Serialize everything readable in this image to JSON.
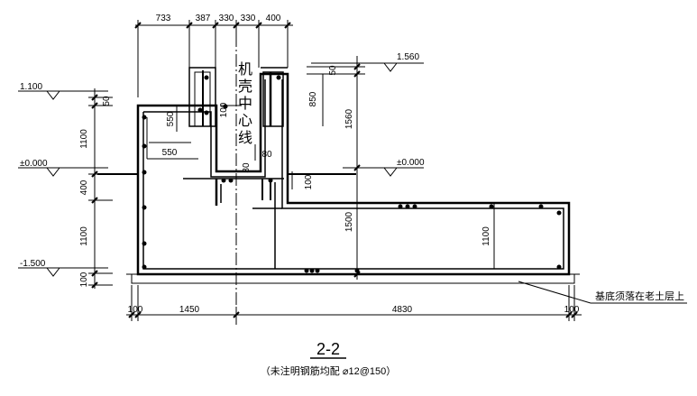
{
  "top_dims": [
    "733",
    "387",
    "330",
    "330",
    "400"
  ],
  "levels": {
    "left_high": "1.100",
    "left_zero": "±0.000",
    "left_low": "-1.500",
    "right_high": "1.560",
    "right_zero": "±0.000"
  },
  "left_dims": [
    "50",
    "1100",
    "400",
    "1100",
    "100"
  ],
  "right_dims": [
    "50",
    "1560",
    "1500"
  ],
  "inner_dims": {
    "pit_depth": "550",
    "pit_width": "550",
    "wall_a": "100",
    "right_850": "850",
    "right_80": "80",
    "d30": "30",
    "d100": "100",
    "floor_1100": "1100"
  },
  "bottom_dims": [
    "100",
    "1450",
    "4830",
    "100"
  ],
  "center_label": [
    "机",
    "壳",
    "中",
    "心",
    "线"
  ],
  "soil_note": "基底须落在老土层上",
  "section_title": "2-2",
  "caption": "（未注明钢筋均配 ⌀12@150）"
}
